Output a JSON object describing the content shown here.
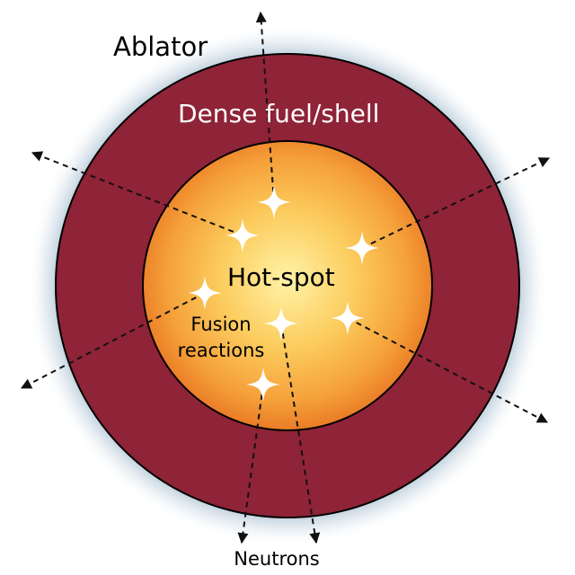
{
  "labels": {
    "ablator": "Ablator",
    "shell": "Dense fuel/shell",
    "hotspot": "Hot-spot",
    "fusion_line1": "Fusion",
    "fusion_line2": "reactions",
    "neutrons": "Neutrons"
  },
  "colors": {
    "ablator_glow": "#6f8ea6",
    "shell": "#8f2337",
    "hotspot_center": "#fff0a0",
    "hotspot_edge": "#ef8a2a",
    "outline": "#000000",
    "spark": "#ffffff",
    "arrow": "#111111"
  },
  "icons": [
    "fusion-spark-icon",
    "neutron-arrow-icon"
  ]
}
